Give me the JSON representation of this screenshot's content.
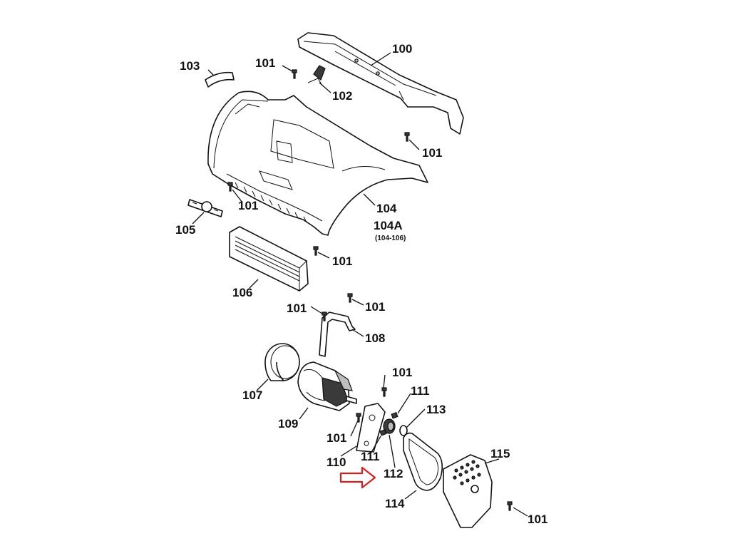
{
  "diagram": {
    "parts": [
      {
        "id": "100",
        "label": "100"
      },
      {
        "id": "101",
        "label": "101"
      },
      {
        "id": "102",
        "label": "102"
      },
      {
        "id": "103",
        "label": "103"
      },
      {
        "id": "104",
        "label": "104"
      },
      {
        "id": "104A",
        "label": "104A",
        "note": "(104-106)"
      },
      {
        "id": "105",
        "label": "105"
      },
      {
        "id": "106",
        "label": "106"
      },
      {
        "id": "107",
        "label": "107"
      },
      {
        "id": "108",
        "label": "108"
      },
      {
        "id": "109",
        "label": "109"
      },
      {
        "id": "110",
        "label": "110"
      },
      {
        "id": "111",
        "label": "111"
      },
      {
        "id": "112",
        "label": "112"
      },
      {
        "id": "113",
        "label": "113"
      },
      {
        "id": "114",
        "label": "114"
      },
      {
        "id": "115",
        "label": "115"
      }
    ],
    "highlight_color": "#d42020"
  }
}
